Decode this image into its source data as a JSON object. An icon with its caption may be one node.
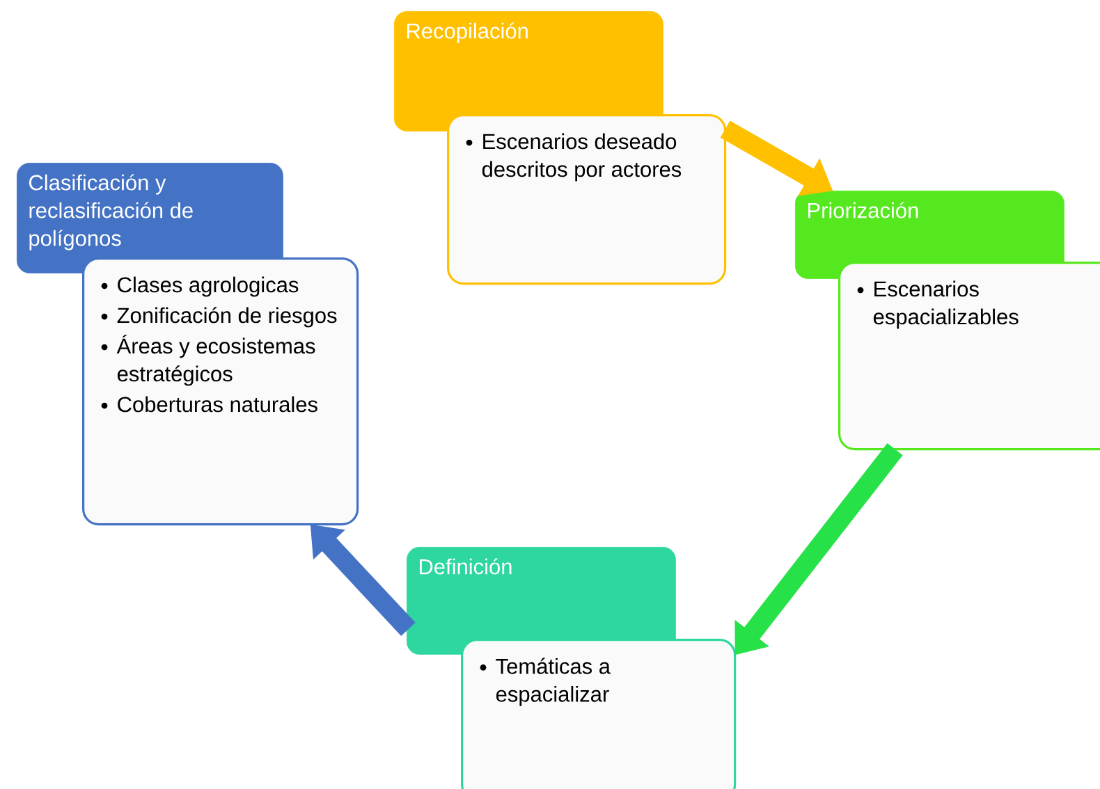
{
  "diagram": {
    "nodes": [
      {
        "text": [
          "Recopilación"
        ]
      },
      {
        "text": [
          "Escenarios deseado descritos por actores"
        ]
      },
      {
        "text": [
          "Clasificación y reclasificación de polígonos"
        ]
      },
      {
        "text": [
          "Clases agrologicas",
          "Zonificación de riesgos",
          "Áreas y ecosistemas estratégicos",
          "Coberturas naturales"
        ]
      },
      {
        "text": [
          "Priorización"
        ]
      },
      {
        "text": [
          "Escenarios espacializables"
        ]
      },
      {
        "text": [
          "Definición"
        ]
      },
      {
        "text": [
          "Temáticas a espacializar"
        ]
      }
    ],
    "edges": [
      {
        "from": 1,
        "to": 4,
        "arrow": "to",
        "color": "#ffc000"
      },
      {
        "from": 5,
        "to": 7,
        "arrow": "to",
        "color": "#27e148"
      },
      {
        "from": 6,
        "to": 3,
        "arrow": "to",
        "color": "#4472c4"
      }
    ]
  }
}
